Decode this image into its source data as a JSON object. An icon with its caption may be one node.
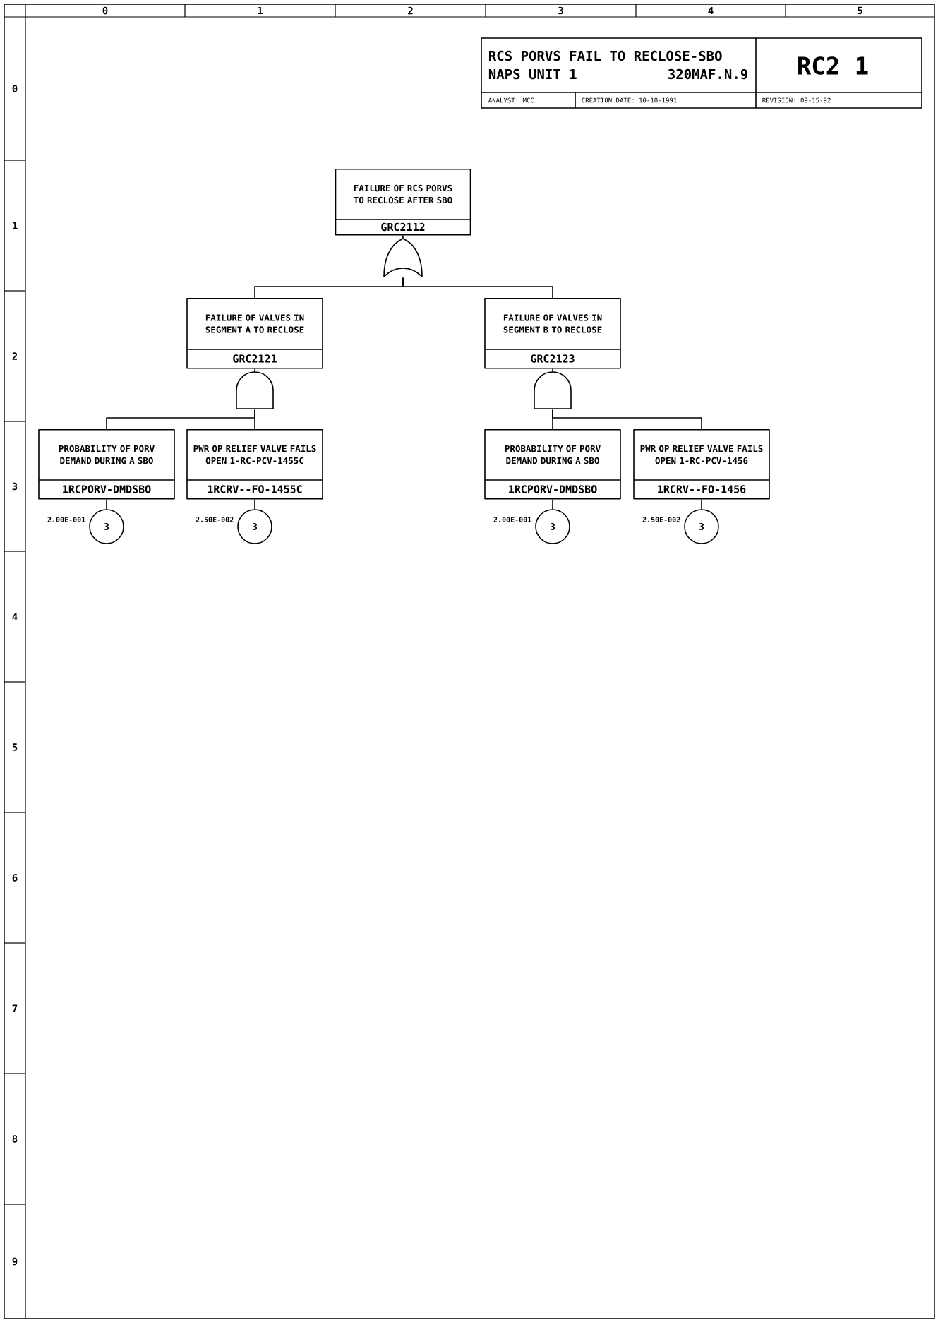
{
  "diagram": {
    "nodes": [
      {
        "text": [
          "FAILURE OF RCS PORVS TO RECLOSE AFTER SBO",
          "GRC2112"
        ]
      },
      {
        "text": [],
        "shape": "or-gate"
      },
      {
        "text": [
          "FAILURE OF VALVES IN SEGMENT A TO RECLOSE",
          "GRC2121"
        ]
      },
      {
        "text": [
          "FAILURE OF VALVES IN SEGMENT B TO RECLOSE",
          "GRC2123"
        ]
      },
      {
        "text": [],
        "shape": "and-gate"
      },
      {
        "text": [],
        "shape": "and-gate"
      },
      {
        "text": [
          "PROBABILITY OF PORV DEMAND DURING A SBO",
          "1RCPORV-DMDSBO"
        ]
      },
      {
        "text": [
          "PWR OP RELIEF VALVE FAILS OPEN 1-RC-PCV-1455C",
          "1RCRV--FO-1455C"
        ]
      },
      {
        "text": [
          "PROBABILITY OF PORV DEMAND DURING A SBO",
          "1RCPORV-DMDSBO"
        ]
      },
      {
        "text": [
          "PWR OP RELIEF VALVE FAILS OPEN 1-RC-PCV-1456",
          "1RCRV--FO-1456"
        ]
      },
      {
        "text": [
          "3"
        ],
        "beside": [
          "2.00E-001"
        ]
      },
      {
        "text": [
          "3"
        ],
        "beside": [
          "2.50E-002"
        ]
      },
      {
        "text": [
          "3"
        ],
        "beside": [
          "2.00E-001"
        ]
      },
      {
        "text": [
          "3"
        ],
        "beside": [
          "2.50E-002"
        ]
      }
    ],
    "edges": [
      {
        "from": 0,
        "to": 1,
        "arrow": "none"
      },
      {
        "from": 1,
        "to": 2,
        "arrow": "none"
      },
      {
        "from": 1,
        "to": 3,
        "arrow": "none"
      },
      {
        "from": 2,
        "to": 4,
        "arrow": "none"
      },
      {
        "from": 3,
        "to": 5,
        "arrow": "none"
      },
      {
        "from": 4,
        "to": 6,
        "arrow": "none"
      },
      {
        "from": 4,
        "to": 7,
        "arrow": "none"
      },
      {
        "from": 5,
        "to": 8,
        "arrow": "none"
      },
      {
        "from": 5,
        "to": 9,
        "arrow": "none"
      },
      {
        "from": 6,
        "to": 10,
        "arrow": "none"
      },
      {
        "from": 7,
        "to": 11,
        "arrow": "none"
      },
      {
        "from": 8,
        "to": 12,
        "arrow": "none"
      },
      {
        "from": 9,
        "to": 13,
        "arrow": "none"
      }
    ],
    "labels": [
      "0",
      "1",
      "2",
      "3",
      "4",
      "5",
      "RCS PORVS FAIL TO RECLOSE-SBO",
      "NAPS UNIT 1",
      "320MAF.N.9",
      "RC2 1",
      "ANALYST: MCC",
      "CREATION DATE: 10-10-1991",
      "REVISION: 09-15-92",
      "0",
      "1",
      "2",
      "3",
      "4",
      "5",
      "6",
      "7",
      "8",
      "9"
    ]
  }
}
